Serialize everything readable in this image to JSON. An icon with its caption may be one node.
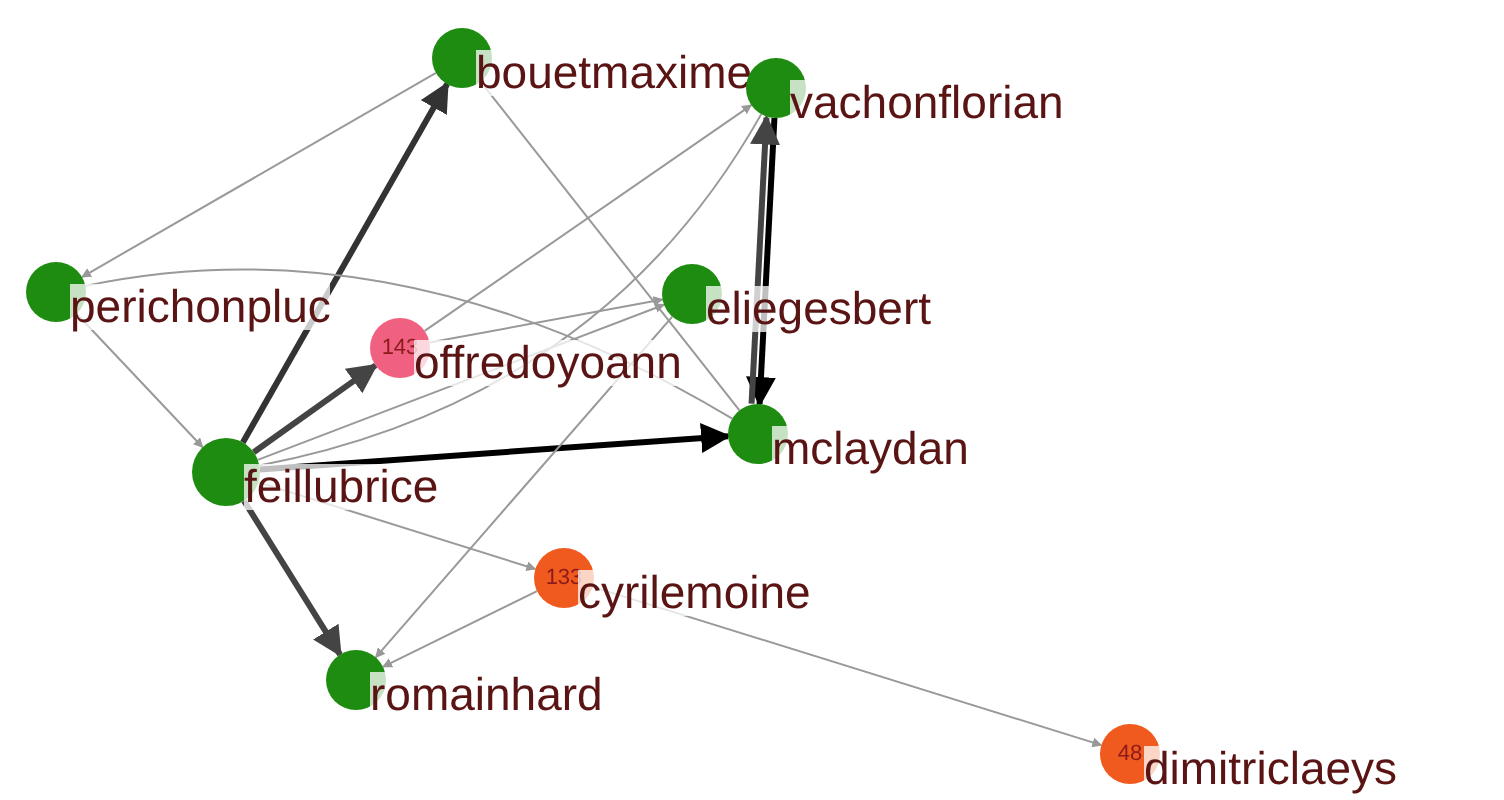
{
  "diagram": {
    "nodes": [
      {
        "text": [],
        "shape": "circle",
        "beside": [
          "bouetmaxime"
        ]
      },
      {
        "text": [],
        "shape": "circle",
        "beside": [
          "vachonflorian"
        ]
      },
      {
        "text": [],
        "shape": "circle",
        "beside": [
          "perichonpluc"
        ]
      },
      {
        "text": [],
        "shape": "circle",
        "beside": [
          "eliegesbert"
        ]
      },
      {
        "text": [
          "143"
        ],
        "beside": [
          "offredoyoann"
        ]
      },
      {
        "text": [],
        "shape": "circle",
        "beside": [
          "mclaydan"
        ]
      },
      {
        "text": [],
        "shape": "circle",
        "beside": [
          "feillubrice"
        ]
      },
      {
        "text": [
          "133"
        ],
        "beside": [
          "cyrilemoine"
        ]
      },
      {
        "text": [],
        "shape": "circle",
        "beside": [
          "romainhard"
        ]
      },
      {
        "text": [
          "48"
        ],
        "beside": [
          "dimitriclaeys"
        ]
      }
    ],
    "edges": [
      {
        "from": 0,
        "to": 2,
        "arrow": "to"
      },
      {
        "from": 6,
        "to": 0,
        "arrow": "to",
        "style": "thick",
        "color": "#333333"
      },
      {
        "from": 2,
        "to": 6,
        "arrow": "to"
      },
      {
        "from": 6,
        "to": 5,
        "arrow": "to",
        "style": "thick",
        "color": "#000000"
      },
      {
        "from": 6,
        "to": 8,
        "arrow": "to",
        "style": "thick",
        "color": "#444444"
      },
      {
        "from": 6,
        "to": 4,
        "arrow": "to",
        "style": "thick",
        "color": "#444444"
      },
      {
        "from": 6,
        "to": 3,
        "arrow": "to"
      },
      {
        "from": 6,
        "to": 7,
        "arrow": "to"
      },
      {
        "from": 1,
        "to": 5,
        "arrow": "to",
        "style": "thick",
        "color": "#000000"
      },
      {
        "from": 5,
        "to": 1,
        "arrow": "to",
        "style": "thick",
        "color": "#444444"
      },
      {
        "from": 7,
        "to": 9,
        "arrow": "to"
      },
      {
        "from": 7,
        "to": 8,
        "arrow": "to"
      },
      {
        "from": 3,
        "to": 8,
        "arrow": "to"
      },
      {
        "from": 0,
        "to": 5,
        "arrow": "none"
      },
      {
        "from": 4,
        "to": 3,
        "arrow": "to"
      },
      {
        "from": 2,
        "to": 5,
        "arrow": "none"
      },
      {
        "from": 4,
        "to": 1,
        "arrow": "to"
      },
      {
        "from": 6,
        "to": 1,
        "arrow": "none"
      }
    ]
  }
}
